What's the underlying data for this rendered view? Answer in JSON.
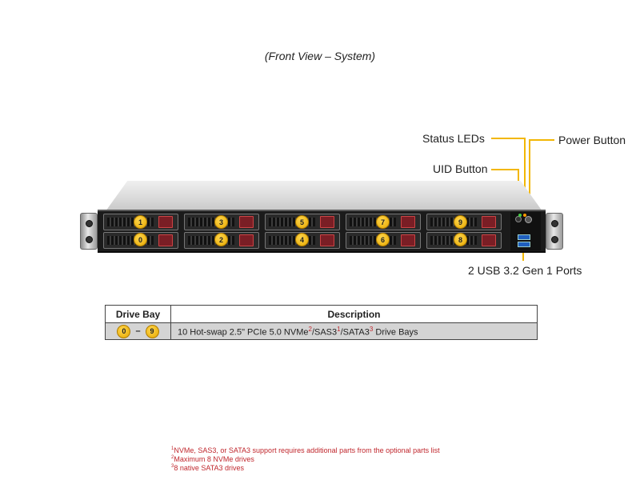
{
  "caption": "(Front View – System)",
  "callouts": {
    "status_leds": "Status LEDs",
    "power_button": "Power Button",
    "uid_button": "UID Button",
    "usb_ports": "2 USB 3.2 Gen 1 Ports"
  },
  "bays": {
    "top_row": [
      "1",
      "3",
      "5",
      "7",
      "9"
    ],
    "bottom_row": [
      "0",
      "2",
      "4",
      "6",
      "8"
    ]
  },
  "table": {
    "headers": [
      "Drive Bay",
      "Description"
    ],
    "row": {
      "bay_start": "0",
      "bay_sep": "–",
      "bay_end": "9",
      "desc_a": "10 Hot-swap 2.5\" PCIe 5.0 NVMe",
      "sup_1": "2",
      "desc_b": "/SAS3",
      "sup_2": "1",
      "desc_c": "/SATA3",
      "sup_3": "3",
      "desc_d": " Drive Bays"
    }
  },
  "footnotes": [
    {
      "mark": "1",
      "text": "NVMe, SAS3, or SATA3 support requires additional parts from the optional parts list"
    },
    {
      "mark": "2",
      "text": "Maximum 8 NVMe drives"
    },
    {
      "mark": "3",
      "text": "8 native SATA3 drives"
    }
  ],
  "colors": {
    "badge": "#f2b705",
    "leader_line": "#f2b705",
    "footnote": "#c0272d",
    "latch": "#7a1e25"
  }
}
